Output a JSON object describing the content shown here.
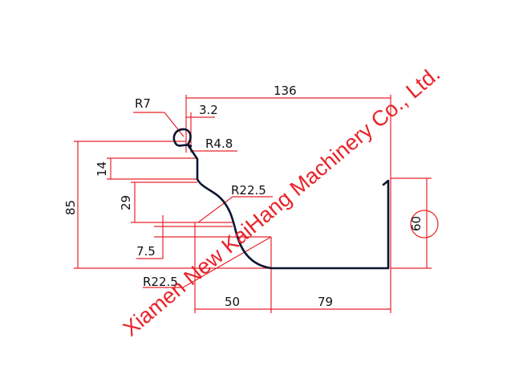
{
  "drawing": {
    "dimensions": {
      "top_width": "136",
      "radius_top": "R7",
      "small_width": "3.2",
      "radius_small": "R4.8",
      "height_14": "14",
      "height_85": "85",
      "height_29": "29",
      "radius_mid": "R22.5",
      "offset_7_5": "7.5",
      "radius_bottom": "R22.5",
      "bottom_left": "50",
      "bottom_right": "79",
      "right_height": "60"
    },
    "watermark": "Xiamen New KaiHang Machinery Co., Ltd.",
    "colors": {
      "dimension": "#e8232a",
      "profile": "#0b1530",
      "watermark": "#e8232a"
    }
  }
}
